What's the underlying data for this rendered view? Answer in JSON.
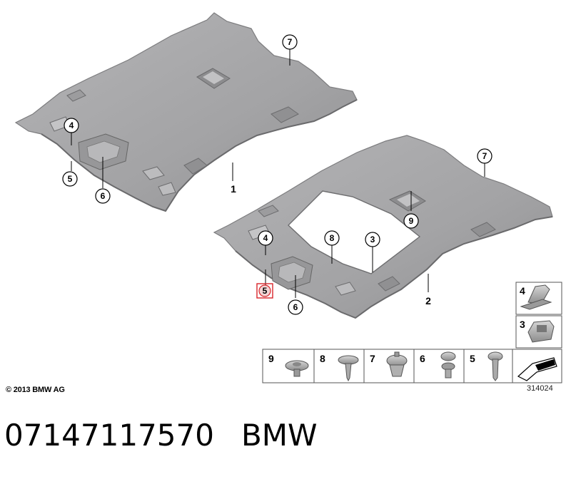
{
  "callouts": {
    "c7a": "7",
    "c4a": "4",
    "c5a": "5",
    "c6a": "6",
    "c7b": "7",
    "c9": "9",
    "c4b": "4",
    "c8": "8",
    "c3": "3",
    "c5b": "5",
    "c6b": "6"
  },
  "part_labels": {
    "p1": "1",
    "p2": "2"
  },
  "legend": {
    "side": [
      "4",
      "3"
    ],
    "bottom": [
      "9",
      "8",
      "7",
      "6",
      "5"
    ]
  },
  "copyright": "© 2013 BMW AG",
  "diagram_number": "314024",
  "footer": {
    "part_number": "07147117570",
    "brand": "BMW"
  },
  "colors": {
    "headliner_fill": "#a9a9ab",
    "headliner_edge": "#8a8a8c",
    "highlight": "#d9252a"
  }
}
